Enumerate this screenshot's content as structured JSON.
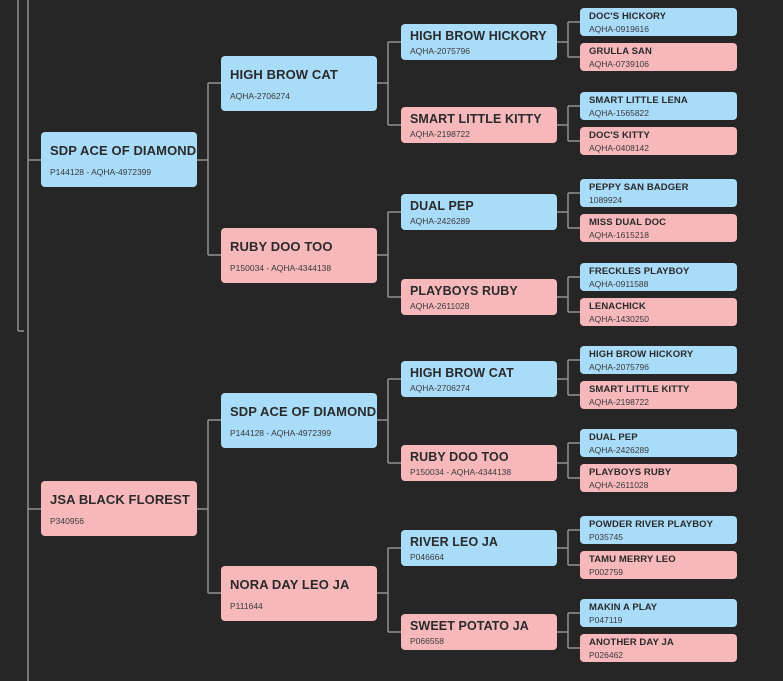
{
  "pedigree": {
    "sire": {
      "name": "SDP ACE OF DIAMONDS",
      "reg": "P144128 - AQHA-4972399",
      "sire": {
        "name": "HIGH BROW CAT",
        "reg": "AQHA-2706274",
        "sire": {
          "name": "HIGH BROW HICKORY",
          "reg": "AQHA-2075796",
          "sire": {
            "name": "DOC'S HICKORY",
            "reg": "AQHA-0919616"
          },
          "dam": {
            "name": "GRULLA SAN",
            "reg": "AQHA-0739106"
          }
        },
        "dam": {
          "name": "SMART LITTLE KITTY",
          "reg": "AQHA-2198722",
          "sire": {
            "name": "SMART LITTLE LENA",
            "reg": "AQHA-1565822"
          },
          "dam": {
            "name": "DOC'S KITTY",
            "reg": "AQHA-0408142"
          }
        }
      },
      "dam": {
        "name": "RUBY DOO TOO",
        "reg": "P150034 - AQHA-4344138",
        "sire": {
          "name": "DUAL PEP",
          "reg": "AQHA-2426289",
          "sire": {
            "name": "PEPPY SAN BADGER",
            "reg": "1089924"
          },
          "dam": {
            "name": "MISS DUAL DOC",
            "reg": "AQHA-1615218"
          }
        },
        "dam": {
          "name": "PLAYBOYS RUBY",
          "reg": "AQHA-2611028",
          "sire": {
            "name": "FRECKLES PLAYBOY",
            "reg": "AQHA-0911588"
          },
          "dam": {
            "name": "LENACHICK",
            "reg": "AQHA-1430250"
          }
        }
      }
    },
    "dam": {
      "name": "JSA BLACK FLOREST",
      "reg": "P340956",
      "sire": {
        "name": "SDP ACE OF DIAMONDS",
        "reg": "P144128 - AQHA-4972399",
        "sire": {
          "name": "HIGH BROW CAT",
          "reg": "AQHA-2706274",
          "sire": {
            "name": "HIGH BROW HICKORY",
            "reg": "AQHA-2075796"
          },
          "dam": {
            "name": "SMART LITTLE KITTY",
            "reg": "AQHA-2198722"
          }
        },
        "dam": {
          "name": "RUBY DOO TOO",
          "reg": "P150034 - AQHA-4344138",
          "sire": {
            "name": "DUAL PEP",
            "reg": "AQHA-2426289"
          },
          "dam": {
            "name": "PLAYBOYS RUBY",
            "reg": "AQHA-2611028"
          }
        }
      },
      "dam": {
        "name": "NORA DAY LEO JA",
        "reg": "P111644",
        "sire": {
          "name": "RIVER LEO JA",
          "reg": "P046664",
          "sire": {
            "name": "POWDER RIVER PLAYBOY",
            "reg": "P035745"
          },
          "dam": {
            "name": "TAMU MERRY LEO",
            "reg": "P002759"
          }
        },
        "dam": {
          "name": "SWEET POTATO JA",
          "reg": "P066558",
          "sire": {
            "name": "MAKIN A PLAY",
            "reg": "P047119"
          },
          "dam": {
            "name": "ANOTHER DAY JA",
            "reg": "P026462"
          }
        }
      }
    }
  },
  "colors": {
    "background": "#262626",
    "sire": "#a9dcf9",
    "dam": "#f6b8bb",
    "connector": "#8a8a8a"
  }
}
